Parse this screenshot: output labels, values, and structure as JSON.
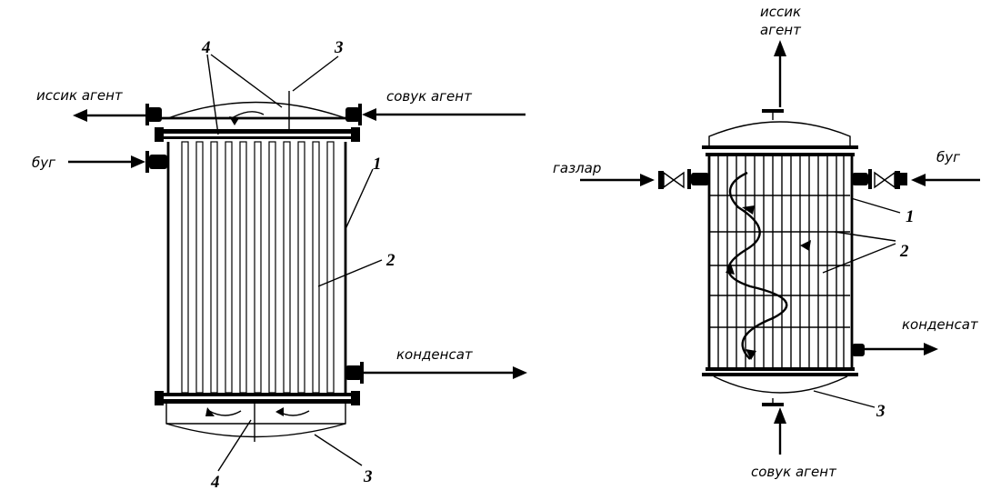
{
  "left_exchanger": {
    "labels": {
      "hot_agent": "иссик агент",
      "cold_agent": "совук агент",
      "steam": "буг",
      "condensate": "конденсат"
    },
    "part_numbers": {
      "top_partition": "4",
      "top_cover": "3",
      "shell": "1",
      "tubes": "2",
      "bottom_partition": "4",
      "bottom_cover": "3"
    }
  },
  "right_exchanger": {
    "labels": {
      "hot_agent_line1": "иссик",
      "hot_agent_line2": "агент",
      "gases": "газлар",
      "steam": "буг",
      "condensate": "конденсат",
      "cold_agent": "совук агент"
    },
    "part_numbers": {
      "shell": "1",
      "baffles": "2",
      "bottom_cover": "3"
    }
  }
}
